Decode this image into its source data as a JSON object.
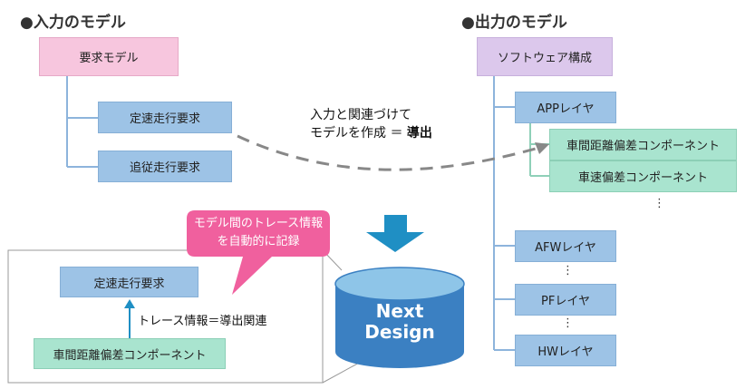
{
  "input_model": {
    "heading": "●入力のモデル",
    "root": "要求モデル",
    "items": [
      "定速走行要求",
      "追従走行要求"
    ]
  },
  "output_model": {
    "heading": "●出力のモデル",
    "root": "ソフトウェア構成",
    "app_layer": "APPレイヤ",
    "components": [
      "車間距離偏差コンポーネント",
      "車速偏差コンポーネント"
    ],
    "afw_layer": "AFWレイヤ",
    "pf_layer": "PFレイヤ",
    "hw_layer": "HWレイヤ",
    "ellipsis": "⋮"
  },
  "link_note": {
    "line1": "入力と関連づけて",
    "line2_prefix": "モデルを作成 ＝ ",
    "line2_bold": "導出"
  },
  "callout": {
    "line1": "モデル間のトレース情報",
    "line2": "を自動的に記録"
  },
  "zoom": {
    "requirement": "定速走行要求",
    "trace_label": "トレース情報＝導出関連",
    "component": "車間距離偏差コンポーネント"
  },
  "database": {
    "line1": "Next",
    "line2": "Design"
  },
  "colors": {
    "pink": "#f7c6de",
    "lavender": "#dcc8ec",
    "blue": "#9dc3e6",
    "mint": "#a9e4cf",
    "connector_blue": "#8db4dc",
    "connector_green": "#8fd0b8",
    "arrow_gray": "#888888",
    "down_arrow": "#1f8fc4",
    "callout_pink": "#f0609e",
    "db_body": "#3b80c2",
    "db_top": "#8ec5e8"
  }
}
